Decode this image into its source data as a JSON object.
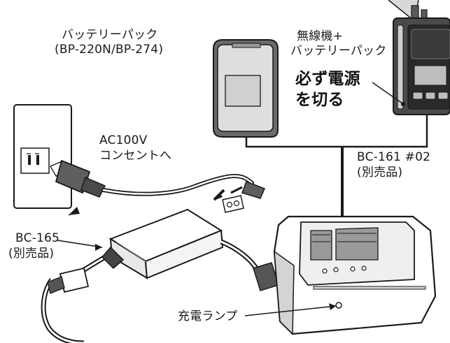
{
  "labels": {
    "battery_pack": "バッテリーパック",
    "battery_models": "(BP-220N/BP-274)",
    "radio_line1": "無線機+",
    "radio_line2": "バッテリーパック",
    "power_off_line1": "必ず電源",
    "power_off_line2": "を切る",
    "outlet_line1": "AC100V",
    "outlet_line2": "コンセントへ",
    "charger_model": "BC-161 #02",
    "charger_sold_separately": "(別売品)",
    "adapter_model": "BC-165",
    "adapter_sold_separately": "(別売品)",
    "charge_lamp": "充電ランプ"
  },
  "colors": {
    "line": "#1a1a1a",
    "device_fill": "#ffffff",
    "shadow_gray": "#bfbfbf",
    "dark_gray": "#7a7a7a",
    "screen_gray": "#d9d9d9"
  }
}
